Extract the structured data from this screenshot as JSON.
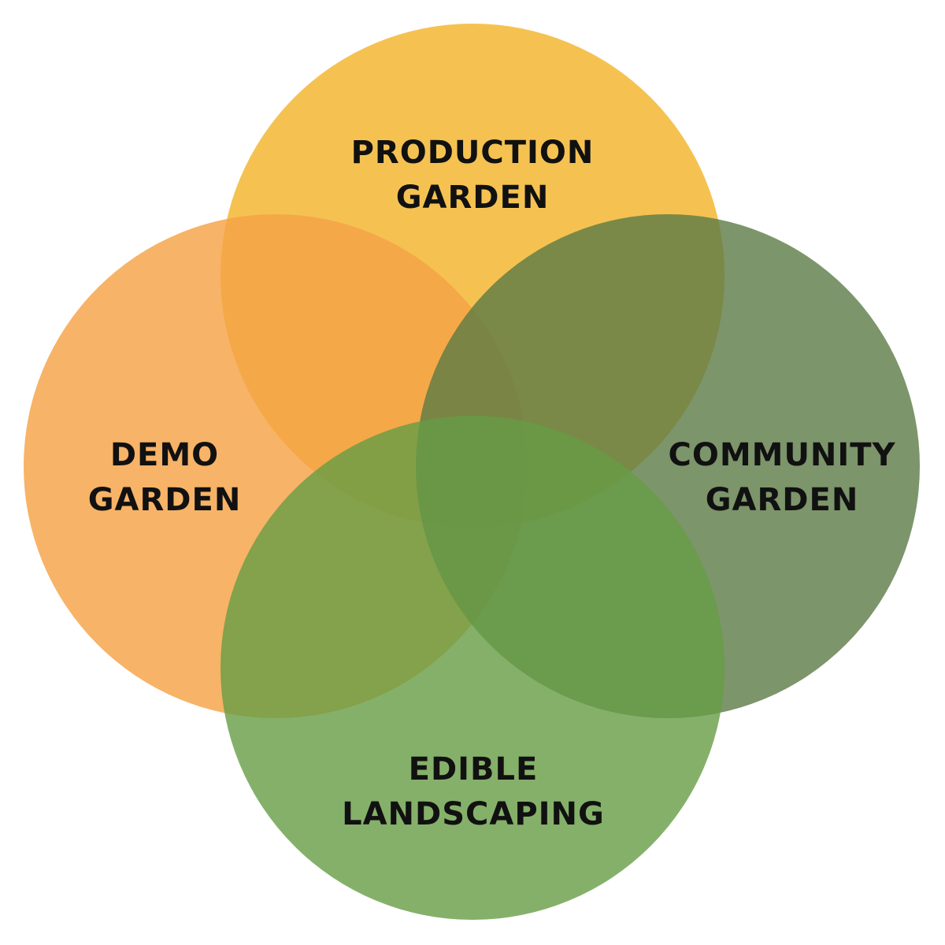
{
  "diagram": {
    "circles": [
      {
        "id": "production",
        "color": "#f4b93a",
        "opacity": 0.88,
        "lines": [
          "PRODUCTION",
          "GARDEN"
        ]
      },
      {
        "id": "demo",
        "color": "#f5a246",
        "opacity": 0.82,
        "lines": [
          "DEMO",
          "GARDEN"
        ]
      },
      {
        "id": "community",
        "color": "#5b7a45",
        "opacity": 0.8,
        "lines": [
          "COMMUNITY",
          "GARDEN"
        ]
      },
      {
        "id": "edible",
        "color": "#669c45",
        "opacity": 0.8,
        "lines": [
          "EDIBLE",
          "LANDSCAPING"
        ]
      }
    ]
  }
}
